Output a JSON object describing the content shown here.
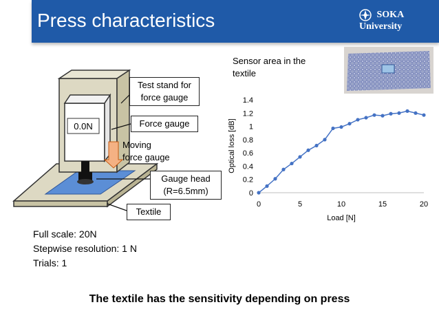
{
  "slide": {
    "title": "Press characteristics",
    "logo_text": "SOKA University"
  },
  "diagram": {
    "display_value": "0.0N",
    "labels": {
      "stand": "Test stand for\nforce gauge",
      "force_gauge": "Force gauge",
      "moving": "Moving\nforce gauge",
      "gauge_head": "Gauge head\n(R=6.5mm)",
      "textile": "Textile",
      "sensor_area": "Sensor area in the\ntextile"
    },
    "colors": {
      "stand": "#ddd9c3",
      "arrow": "#f4b183",
      "textile": "#5b8ed6"
    }
  },
  "info": {
    "full_scale": "Full scale: 20N",
    "resolution": "Stepwise resolution: 1 N",
    "trials": "Trials: 1"
  },
  "conclusion": "The textile has the sensitivity depending on press",
  "chart_data": {
    "type": "line",
    "xlabel": "Load [N]",
    "ylabel": "Optical loss [dB]",
    "xlim": [
      0,
      20
    ],
    "ylim": [
      0,
      1.4
    ],
    "xticks": [
      "0",
      "5",
      "10",
      "15",
      "20"
    ],
    "yticks": [
      "0",
      "0.2",
      "0.4",
      "0.6",
      "0.8",
      "1",
      "1.2",
      "1.4"
    ],
    "grid": false,
    "legend": "none",
    "color": "#4472c4",
    "x": [
      0,
      1,
      2,
      3,
      4,
      5,
      6,
      7,
      8,
      9,
      10,
      11,
      12,
      13,
      14,
      15,
      16,
      17,
      18,
      19,
      20
    ],
    "y": [
      0,
      0.1,
      0.21,
      0.35,
      0.44,
      0.54,
      0.64,
      0.71,
      0.8,
      0.97,
      0.99,
      1.04,
      1.1,
      1.13,
      1.17,
      1.16,
      1.19,
      1.2,
      1.23,
      1.2,
      1.17
    ]
  }
}
